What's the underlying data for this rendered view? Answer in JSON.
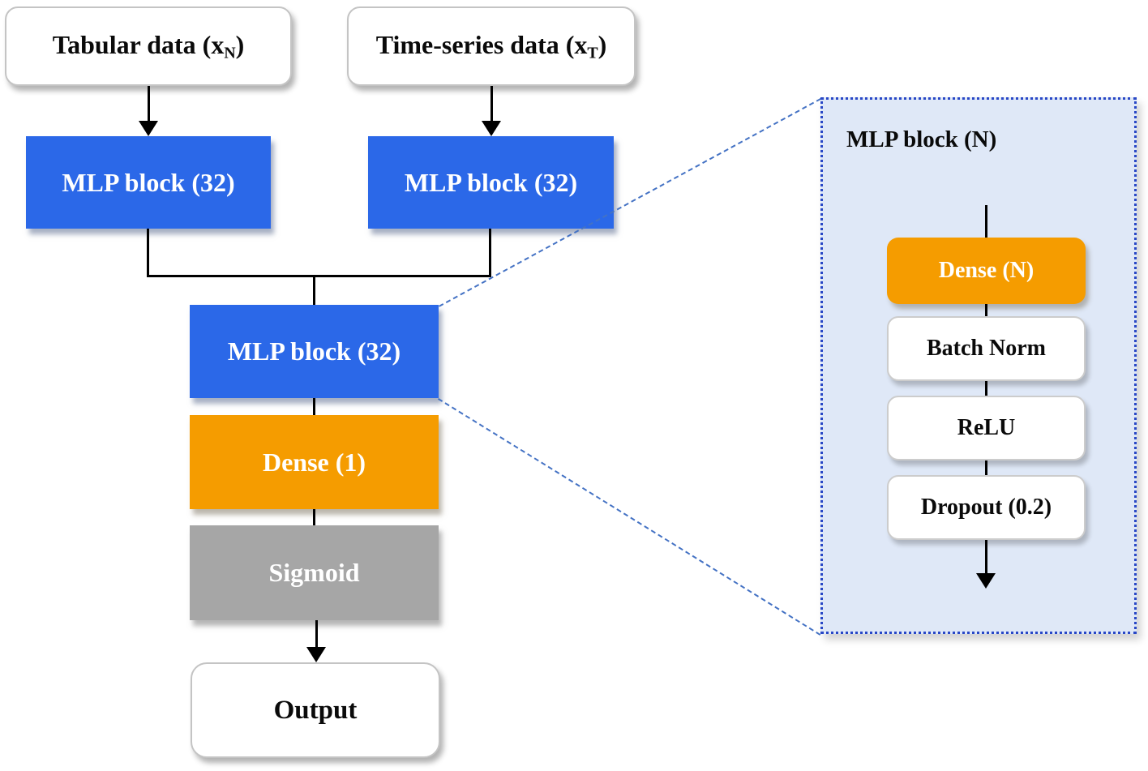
{
  "figure": {
    "inputs": [
      {
        "prefix": "Tabular data (x",
        "sub": "N",
        "suffix": ")"
      },
      {
        "prefix": "Time-series data (x",
        "sub": "T",
        "suffix": ")"
      }
    ],
    "blocks": {
      "mlp_left": "MLP block (32)",
      "mlp_right": "MLP block (32)",
      "mlp_fusion": "MLP block (32)",
      "dense_out": "Dense (1)",
      "activation": "Sigmoid",
      "output": "Output"
    },
    "panel": {
      "title": "MLP block (N)",
      "layers": [
        "Dense (N)",
        "Batch Norm",
        "ReLU",
        "Dropout (0.2)"
      ]
    },
    "colors": {
      "mlp_blue": "#2B68E8",
      "dense_orange": "#F59C00",
      "sigmoid_gray": "#A6A6A6",
      "panel_bg": "#DFE8F7",
      "panel_border": "#2847C6",
      "callout_dash": "#4472C4"
    }
  }
}
